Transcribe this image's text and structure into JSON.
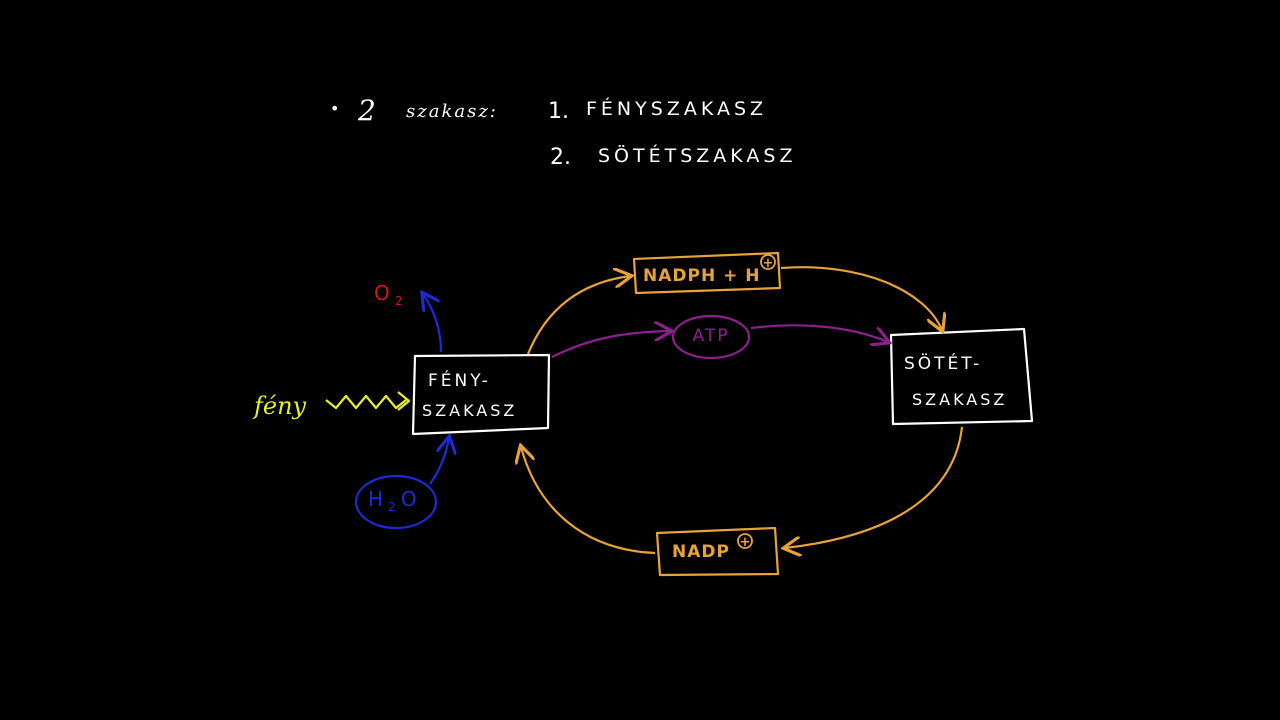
{
  "colors": {
    "background": "#000000",
    "chalk_white": "#ffffff",
    "orange": "#e8a23a",
    "purple": "#8e1f8e",
    "blue": "#1d2bd6",
    "red": "#d11616",
    "yellow": "#e8ee2c"
  },
  "header": {
    "bullet": "•",
    "count": "2",
    "word": "szakasz:",
    "items": [
      {
        "number": "1.",
        "label": "FÉNYSZAKASZ"
      },
      {
        "number": "2.",
        "label": "SÖTÉTSZAKASZ"
      }
    ]
  },
  "diagram": {
    "light_stage": {
      "line1": "FÉNY-",
      "line2": "SZAKASZ"
    },
    "dark_stage": {
      "line1": "SÖTÉT-",
      "line2": "SZAKASZ"
    },
    "nadph": {
      "label": "NADPH + H",
      "charge": "+"
    },
    "atp": {
      "label": "ATP"
    },
    "nadp": {
      "label": "NADP",
      "charge": "+"
    },
    "oxygen": {
      "symbol": "O",
      "subscript": "2"
    },
    "water": {
      "symbol_h": "H",
      "subscript": "2",
      "symbol_o": "O"
    },
    "light": {
      "label": "fény"
    }
  }
}
